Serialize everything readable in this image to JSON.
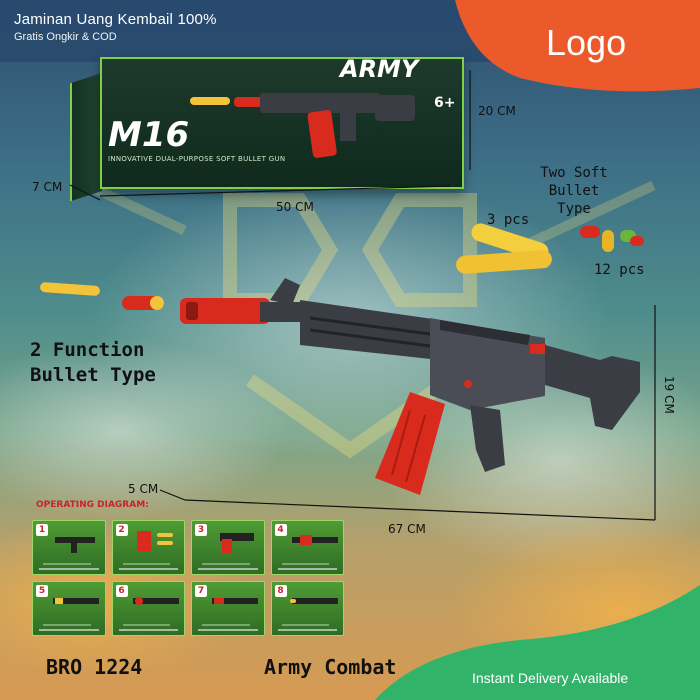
{
  "header": {
    "title": "Jaminan Uang Kembail 100%",
    "subtitle": "Gratis Ongkir & COD",
    "logo": "Logo"
  },
  "box": {
    "model": "M16",
    "brand": "ARMY",
    "age": "6+",
    "caption": "INNOVATIVE DUAL-PURPOSE SOFT BULLET GUN"
  },
  "dimensions": {
    "box_height": "20 CM",
    "box_depth": "7 CM",
    "box_width": "50 CM",
    "gun_height": "19 CM",
    "gun_depth": "5 CM",
    "gun_length": "67 CM"
  },
  "callouts": {
    "two_soft_line1": "Two Soft",
    "two_soft_line2": "Bullet Type",
    "foam_count": "3 pcs",
    "soft_count": "12  pcs",
    "function_line1": "2 Function",
    "function_line2": "Bullet Type"
  },
  "operating": {
    "title": "OPERATING DIAGRAM:",
    "steps": [
      "1",
      "2",
      "3",
      "4",
      "5",
      "6",
      "7",
      "8"
    ]
  },
  "footer": {
    "code": "BRO 1224",
    "name": "Army Combat",
    "delivery": "Instant Delivery Available"
  },
  "colors": {
    "top_band": "#2c4f72",
    "logo_orange": "#ec5a2b",
    "bottom_green": "#32b36a",
    "gun_body": "#3b3d44",
    "gun_red": "#d92b1d"
  },
  "icons": [
    "toy-gun-icon",
    "foam-bullet-icon",
    "soft-bullet-icon",
    "dimension-line-icon"
  ]
}
